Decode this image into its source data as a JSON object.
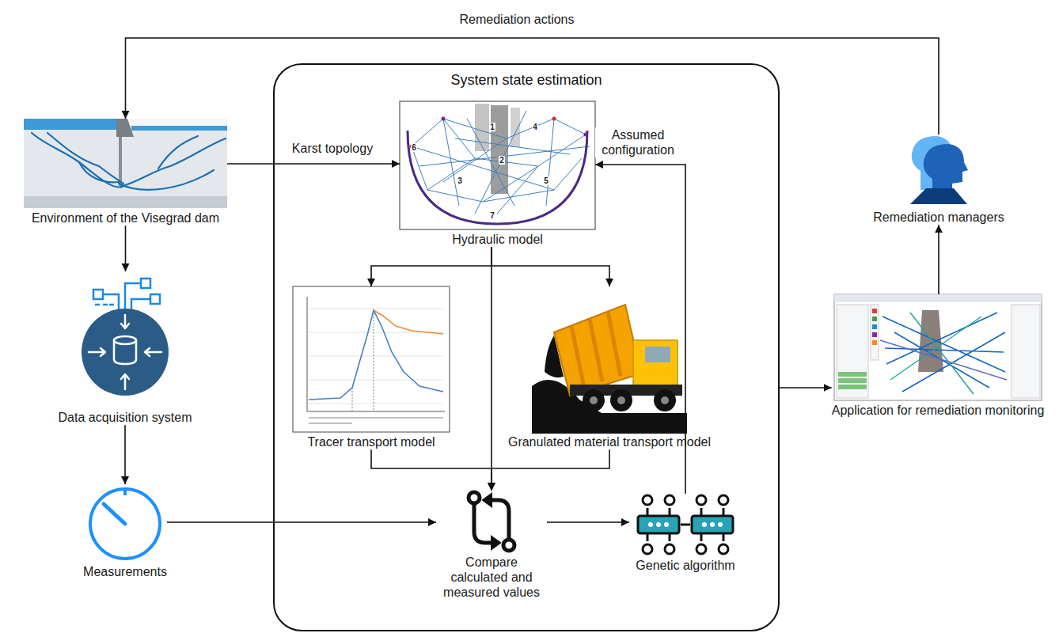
{
  "diagram": {
    "nodes": [
      {
        "text": [
          "Environment of the Visegrad dam"
        ]
      },
      {
        "text": [
          "Data acquisition system"
        ]
      },
      {
        "text": [
          "Measurements"
        ]
      },
      {
        "text": [
          "System state estimation"
        ]
      },
      {
        "text": [
          "Hydraulic model"
        ],
        "in": 3
      },
      {
        "text": [
          "Tracer transport model"
        ],
        "in": 3
      },
      {
        "text": [
          "Granulated material transport model"
        ],
        "in": 3
      },
      {
        "text": [
          "Compare calculated and measured values"
        ],
        "in": 3
      },
      {
        "text": [
          "Genetic algorithm"
        ],
        "in": 3
      },
      {
        "text": [
          "Application for remediation monitoring"
        ]
      },
      {
        "text": [
          "Remediation managers"
        ]
      }
    ],
    "edges": [
      {
        "from": 10,
        "to": 0,
        "arrow": "to",
        "label": "Remediation actions"
      },
      {
        "from": 0,
        "to": 4,
        "arrow": "to",
        "label": "Karst topology"
      },
      {
        "from": 0,
        "to": 1,
        "arrow": "to"
      },
      {
        "from": 1,
        "to": 2,
        "arrow": "to"
      },
      {
        "from": 2,
        "to": 7,
        "arrow": "to"
      },
      {
        "from": 4,
        "to": 5,
        "arrow": "to"
      },
      {
        "from": 4,
        "to": 6,
        "arrow": "to"
      },
      {
        "from": 4,
        "to": 7,
        "arrow": "to"
      },
      {
        "from": 5,
        "to": 7,
        "arrow": "to"
      },
      {
        "from": 6,
        "to": 7,
        "arrow": "to"
      },
      {
        "from": 7,
        "to": 8,
        "arrow": "to"
      },
      {
        "from": 8,
        "to": 4,
        "arrow": "to",
        "label": "Assumed configuration"
      },
      {
        "from": 3,
        "to": 9,
        "arrow": "to"
      },
      {
        "from": 9,
        "to": 10,
        "arrow": "to"
      }
    ],
    "labels": [
      "1",
      "2",
      "3",
      "4",
      "5",
      "6",
      "7"
    ]
  }
}
